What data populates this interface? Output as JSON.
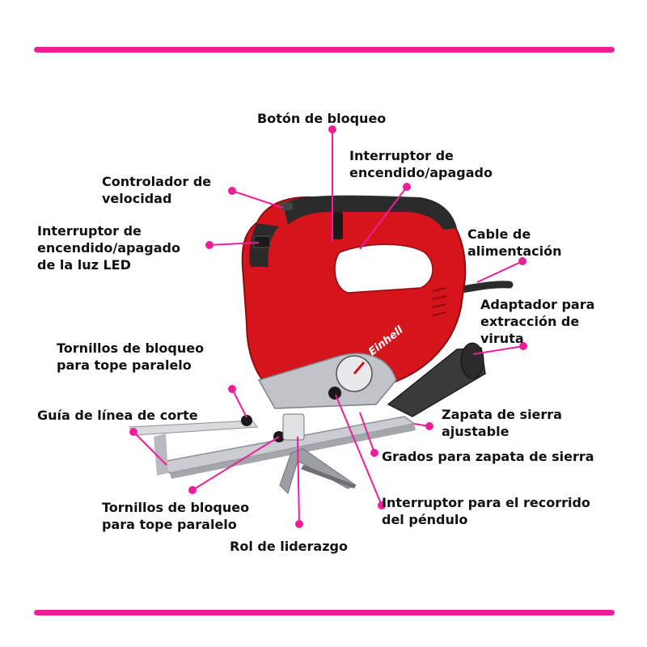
{
  "colors": {
    "accent": "#ee1e9b",
    "tool_red": "#d5141c",
    "tool_dark": "#2b2b2b",
    "metal": "#c9ccd0"
  },
  "tool": {
    "brand": "Einhell"
  },
  "labels": {
    "lock_button": "Botón de bloqueo",
    "power_switch": "Interruptor de\nencendido/apagado",
    "speed_controller": "Controlador de\nvelocidad",
    "led_switch": "Interruptor de\nencendido/apagado\nde la luz LED",
    "power_cable": "Cable de\nalimentación",
    "dust_adapter": "Adaptador para\nextracción de\nviruta",
    "parallel_screws_top": "Tornillos  de  bloqueo\npara tope paralelo",
    "cut_line_guide": "Guía de línea de corte",
    "adjustable_shoe": "Zapata de sierra\najustable",
    "shoe_degrees": "Grados para zapata de sierra",
    "parallel_screws_bottom": "Tornillos  de  bloqueo\npara tope paralelo",
    "pendulum_switch": "Interruptor para el recorrido\ndel péndulo",
    "guide_roller": "Rol de liderazgo"
  }
}
